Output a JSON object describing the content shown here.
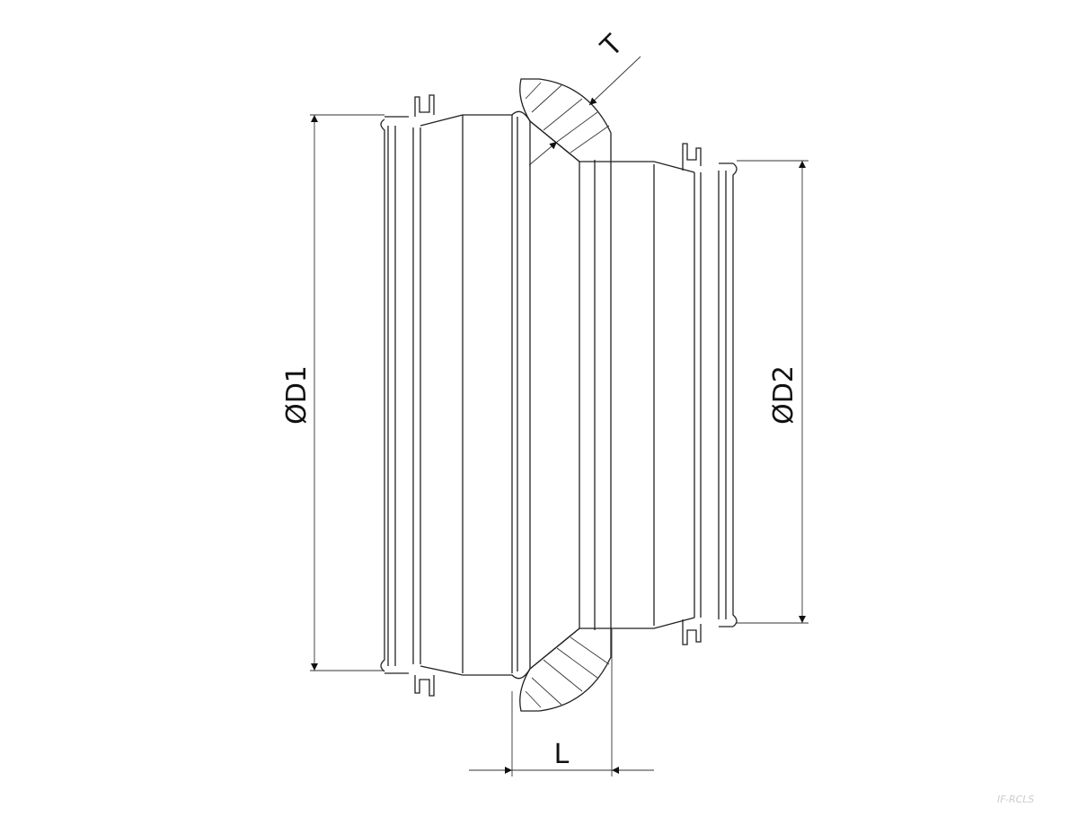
{
  "drawing": {
    "labels": {
      "d1": "ØD1",
      "d2": "ØD2",
      "length": "L",
      "thickness": "T"
    },
    "drawing_code": "IF-RCLS"
  }
}
